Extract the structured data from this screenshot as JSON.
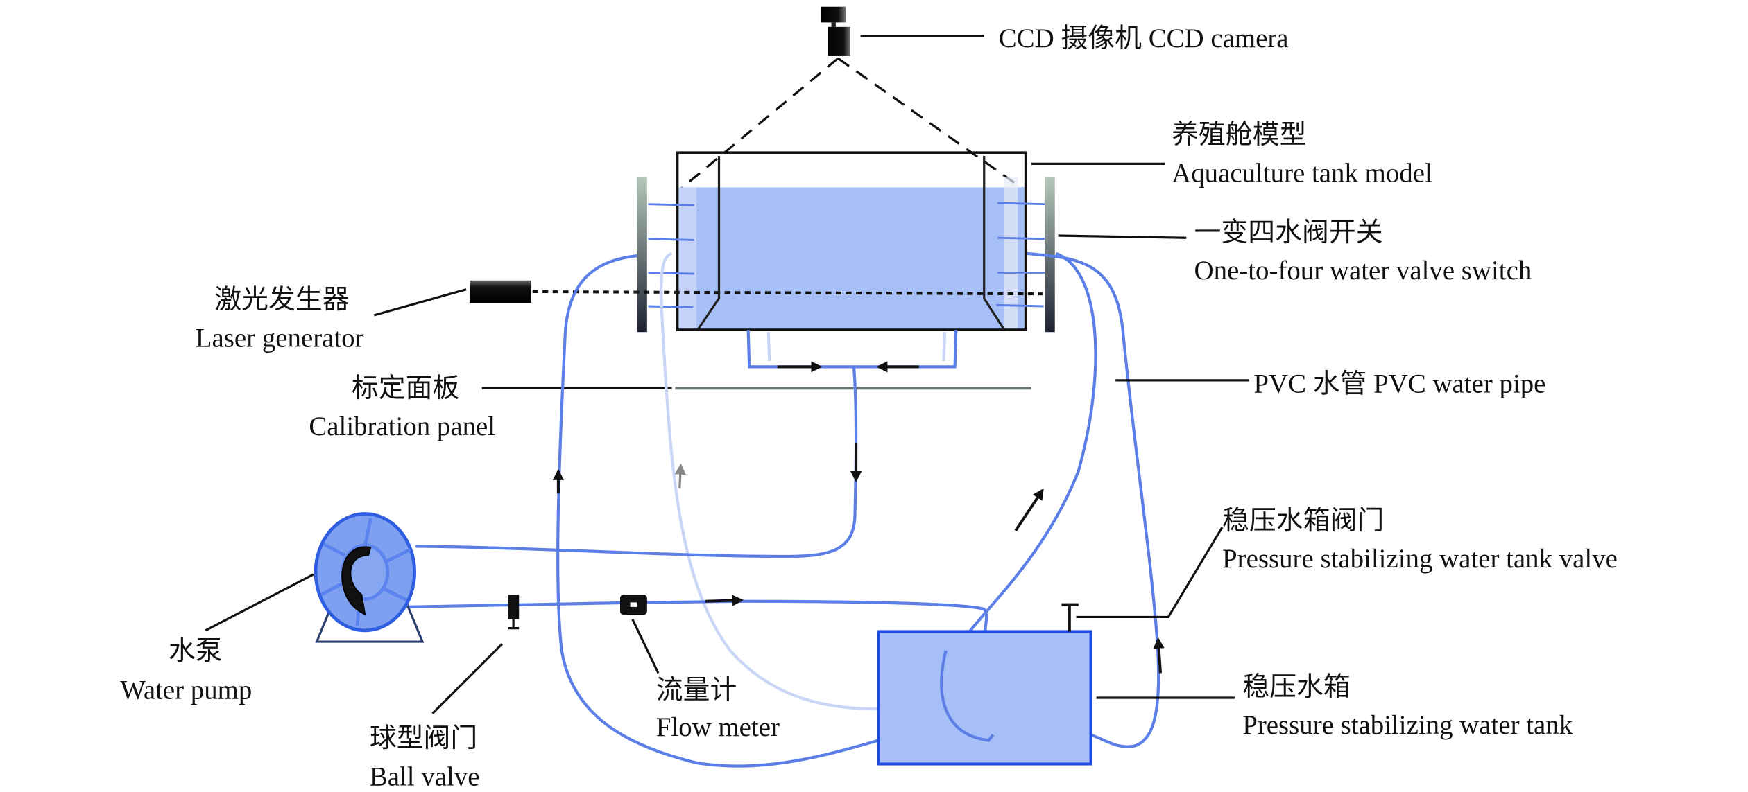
{
  "labels": {
    "ccd_camera": "CCD 摄像机 CCD camera",
    "tank_model_cn": "养殖舱模型",
    "tank_model_en": "Aquaculture tank model",
    "valve_switch_cn": "一变四水阀开关",
    "valve_switch_en": "One-to-four water valve switch",
    "laser_cn": "激光发生器",
    "laser_en": "Laser generator",
    "calibration_cn": "标定面板",
    "calibration_en": "Calibration panel",
    "pvc_pipe": "PVC 水管 PVC water pipe",
    "tank_valve_cn": "稳压水箱阀门",
    "tank_valve_en": "Pressure stabilizing water tank valve",
    "pump_cn": "水泵",
    "pump_en": "Water pump",
    "ball_valve_cn": "球型阀门",
    "ball_valve_en": "Ball valve",
    "flow_meter_cn": "流量计",
    "flow_meter_en": "Flow meter",
    "stab_tank_cn": "稳压水箱",
    "stab_tank_en": "Pressure stabilizing water tank"
  },
  "colors": {
    "water": "#a7bff7",
    "pipe": "#5b7fe6",
    "pipe_light": "#c9d6f6",
    "tank_border": "#1f4be0",
    "outline": "#111111"
  }
}
